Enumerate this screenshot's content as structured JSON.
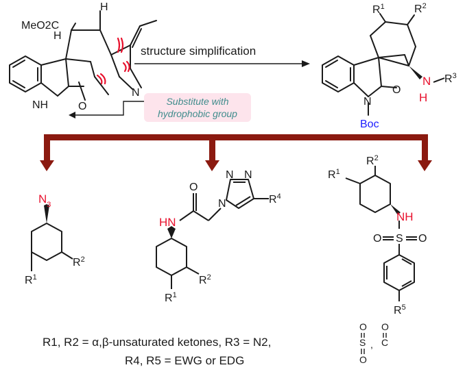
{
  "colors": {
    "bond": "#1a1a1a",
    "heteroatom_red": "#e8112d",
    "heteroatom_blue": "#1a1aff",
    "arrow_red": "#8b1a10",
    "note_bg": "#fde4ec",
    "note_text": "#3f8c8c",
    "cut_mark": "#e8112d"
  },
  "top_scheme": {
    "start_compound": {
      "ester": "MeO2C",
      "stereo_h": "H",
      "n_imine": "N",
      "o_ring": "O",
      "nh": "NH",
      "nh_h": "H"
    },
    "arrow_label": "structure simplification",
    "note": {
      "line1": "Substitute with",
      "line2": "hydrophobic group"
    },
    "product": {
      "r1": "R1",
      "r2": "R2",
      "n_indole": "N",
      "o_ring": "O",
      "boc": "Boc",
      "nh_n": "N",
      "nh_h": "H",
      "r3": "R3"
    }
  },
  "derivatives": {
    "azide": {
      "n3": "N3",
      "r1": "R1",
      "r2": "R2"
    },
    "triazole_amide": {
      "o": "O",
      "hn": "HN",
      "n_top_left": "N",
      "n_top_right": "N",
      "n_ring": "N",
      "r4": "R4",
      "r1": "R1",
      "r2": "R2"
    },
    "sulfonamide": {
      "r1": "R1",
      "r2": "R2",
      "nh": "NH",
      "o_left": "O",
      "s": "S",
      "o_right": "O",
      "r5": "R5"
    }
  },
  "legend": {
    "line1": "R1, R2 = α,β-unsaturated ketones, R3 = N2,",
    "line2": "R4, R5 = EWG or EDG",
    "so2_label": "S",
    "so2_o": "O",
    "co_label": "C",
    "co_o": "O"
  }
}
